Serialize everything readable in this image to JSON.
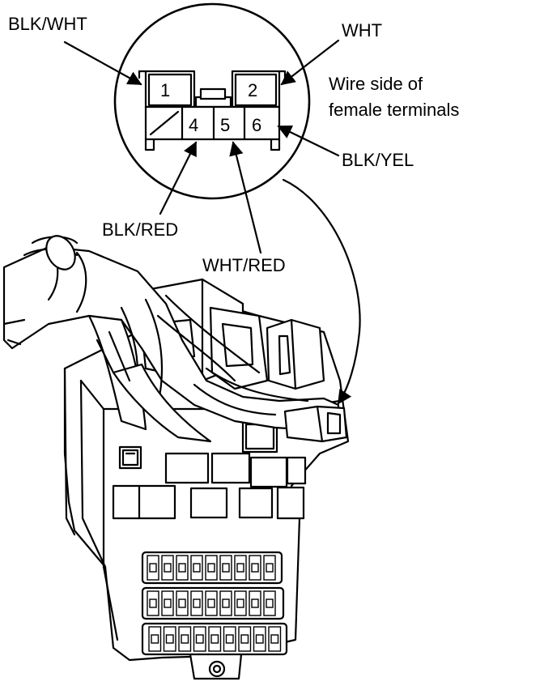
{
  "callouts": {
    "blk_wht": "BLK/WHT",
    "wht": "WHT",
    "blk_yel": "BLK/YEL",
    "blk_red": "BLK/RED",
    "wht_red": "WHT/RED",
    "note_line1": "Wire side of",
    "note_line2": "female terminals"
  },
  "connector": {
    "pins": [
      "1",
      "2",
      "4",
      "5",
      "6"
    ],
    "pin_3_state": "empty (diagonal slash)"
  }
}
